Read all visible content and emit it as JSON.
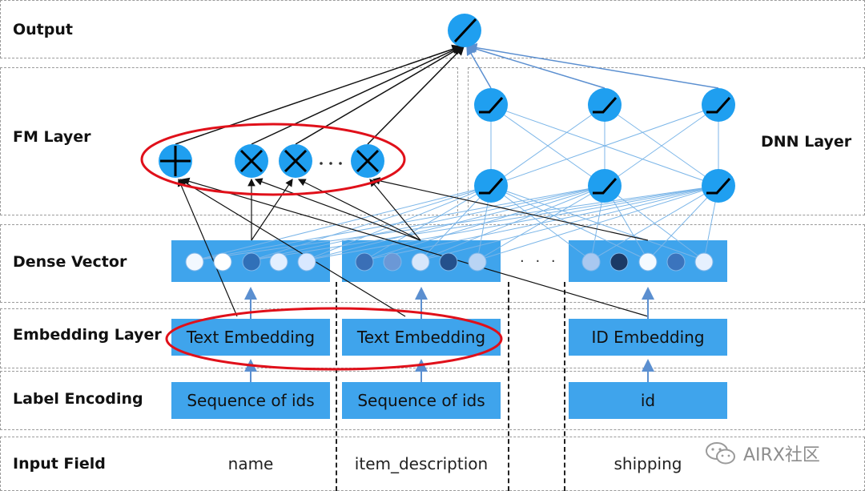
{
  "rows": {
    "output": "Output",
    "fm_layer": "FM Layer",
    "dnn_layer": "DNN Layer",
    "dense_vector": "Dense Vector",
    "embedding_layer": "Embedding Layer",
    "label_encoding": "Label Encoding",
    "input_field": "Input Field"
  },
  "columns": [
    {
      "embedding": "Text Embedding",
      "encoding": "Sequence of ids",
      "field": "name"
    },
    {
      "embedding": "Text Embedding",
      "encoding": "Sequence of ids",
      "field": "item_description"
    },
    {
      "embedding": "ID Embedding",
      "encoding": "id",
      "field": "shipping"
    }
  ],
  "ellipsis": "· · ·",
  "watermark": "AIRX社区",
  "colors": {
    "box_blue": "#3fa4ec",
    "neuron_blue": "#1f9ff0",
    "highlight_red": "#e0101a",
    "dnn_edge": "#7cb6e8"
  },
  "icons": {
    "output_node": "relu-activation-icon",
    "fm_sum": "plus-node-icon",
    "fm_product": "times-node-icon",
    "dnn_node": "relu-activation-icon",
    "watermark": "wechat-icon"
  }
}
